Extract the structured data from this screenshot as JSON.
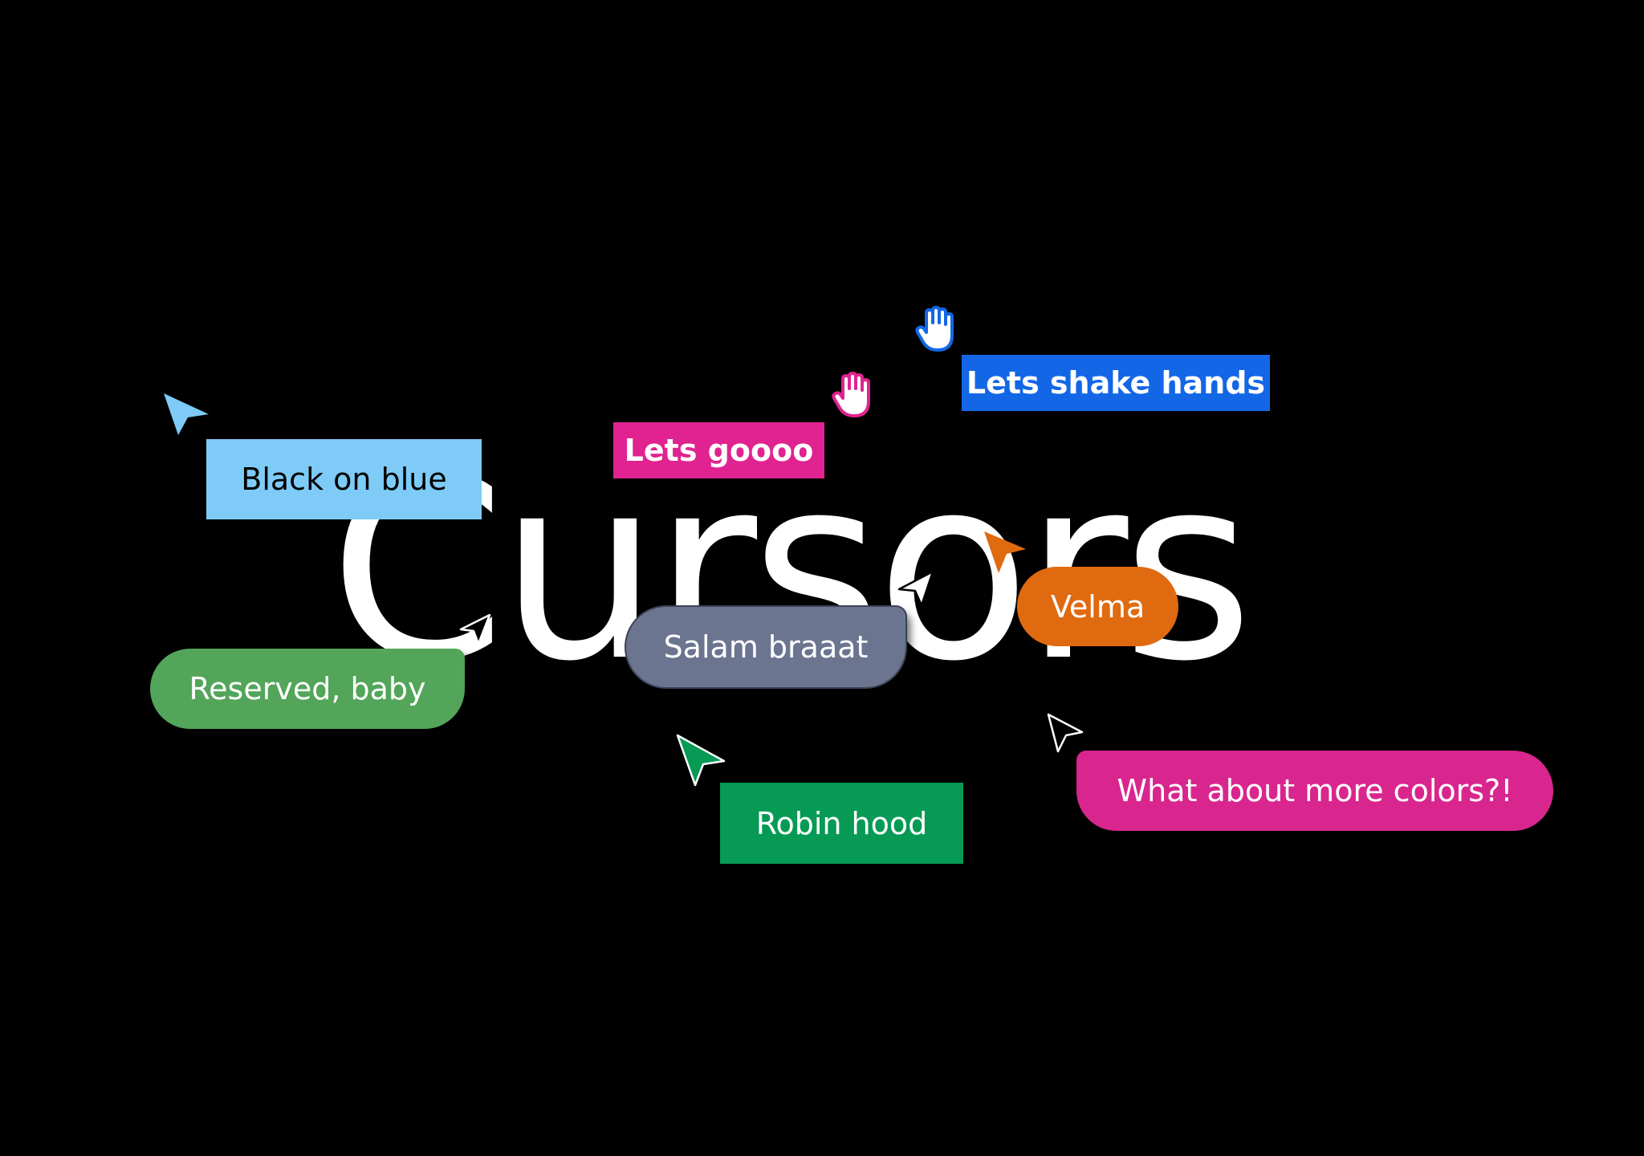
{
  "headline": "Cursors",
  "colors": {
    "background": "#000000",
    "headline": "#ffffff",
    "light_blue": "#7ecbf7",
    "pink": "#e02390",
    "blue": "#1367e6",
    "green": "#52a559",
    "slate": "#6b7590",
    "orange": "#e06a10",
    "emerald": "#079a55",
    "magenta": "#d9268e"
  },
  "tags": {
    "black_on_blue": "Black on blue",
    "lets_goooo": "Lets goooo",
    "lets_shake_hands": "Lets shake hands",
    "reserved_baby": "Reserved, baby",
    "salam_braaat": "Salam braaat",
    "velma": "Velma",
    "robin_hood": "Robin hood",
    "more_colors": "What about more colors?!"
  },
  "cursors": [
    {
      "name": "light-blue-arrow-cursor-icon",
      "kind": "arrow",
      "color": "#7ecbf7"
    },
    {
      "name": "pink-hand-cursor-icon",
      "kind": "hand",
      "color": "#e02390"
    },
    {
      "name": "blue-hand-cursor-icon",
      "kind": "hand",
      "color": "#1367e6"
    },
    {
      "name": "black-arrow-cursor-icon",
      "kind": "arrow",
      "color": "#000000"
    },
    {
      "name": "orange-arrow-cursor-icon",
      "kind": "arrow",
      "color": "#e06a10"
    },
    {
      "name": "green-arrow-cursor-icon",
      "kind": "arrow",
      "color": "#079a55"
    },
    {
      "name": "outline-arrow-cursor-icon",
      "kind": "arrow",
      "color": "#000000"
    }
  ]
}
